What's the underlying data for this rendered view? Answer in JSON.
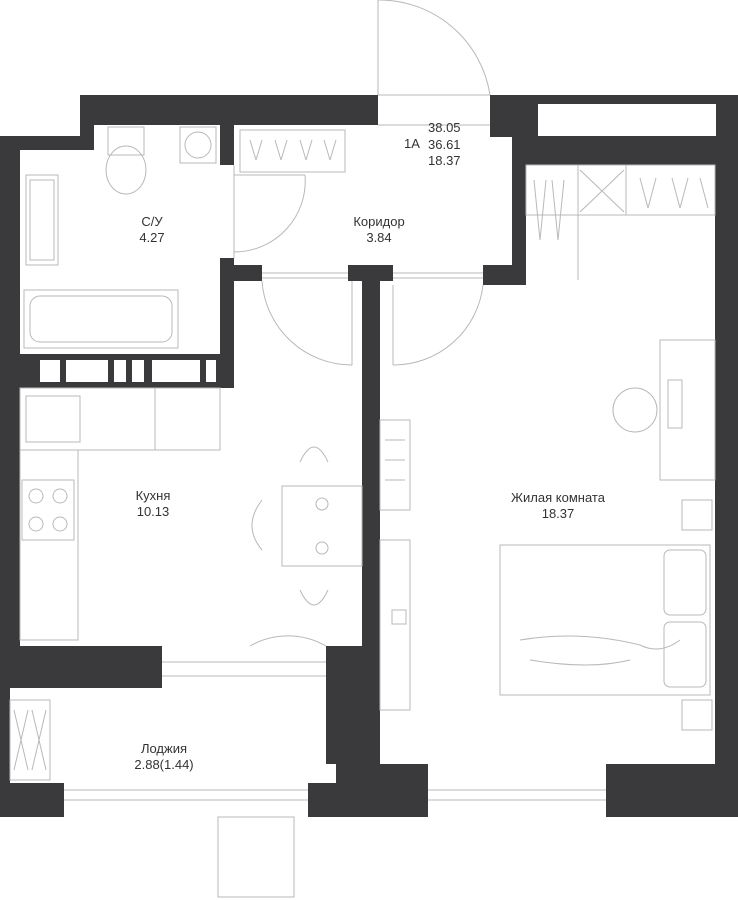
{
  "colors": {
    "wall": "#3a3a3c",
    "line": "#b8b8b8",
    "text": "#333333",
    "background": "#ffffff"
  },
  "apartment": {
    "code": "1А",
    "areas": [
      "38.05",
      "36.61",
      "18.37"
    ]
  },
  "rooms": [
    {
      "id": "bathroom",
      "name": "С/У",
      "area": "4.27"
    },
    {
      "id": "corridor",
      "name": "Коридор",
      "area": "3.84"
    },
    {
      "id": "kitchen",
      "name": "Кухня",
      "area": "10.13"
    },
    {
      "id": "living",
      "name": "Жилая комната",
      "area": "18.37"
    },
    {
      "id": "loggia",
      "name": "Лоджия",
      "area": "2.88(1.44)"
    }
  ]
}
